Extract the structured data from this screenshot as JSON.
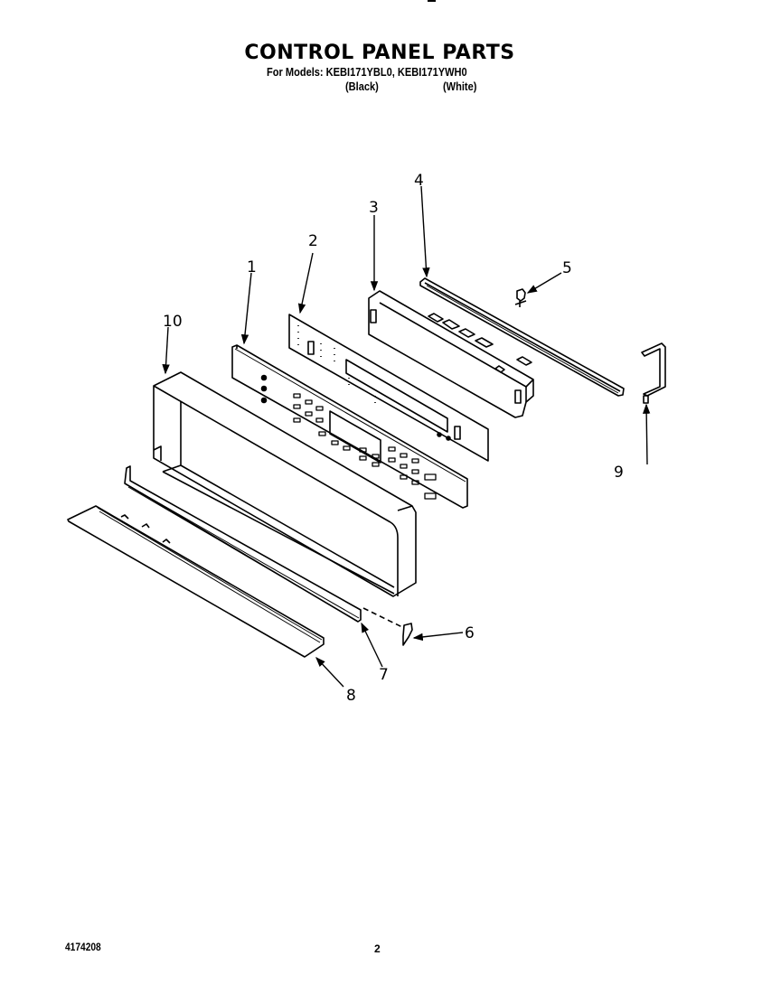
{
  "header": {
    "title": "CONTROL PANEL PARTS",
    "models_line": "For Models: KEBI171YBL0, KEBI171YWH0",
    "model_colors": [
      "(Black)",
      "(White)"
    ]
  },
  "diagram": {
    "callouts": [
      {
        "number": "1",
        "part": "control-panel-overlay"
      },
      {
        "number": "2",
        "part": "control-panel-backing"
      },
      {
        "number": "3",
        "part": "electronic-control-board"
      },
      {
        "number": "4",
        "part": "top-trim-channel"
      },
      {
        "number": "5",
        "part": "clip"
      },
      {
        "number": "6",
        "part": "clip"
      },
      {
        "number": "7",
        "part": "bottom-trim"
      },
      {
        "number": "8",
        "part": "lower-trim"
      },
      {
        "number": "9",
        "part": "bracket"
      },
      {
        "number": "10",
        "part": "control-panel-frame"
      }
    ]
  },
  "footer": {
    "document_number": "4174208",
    "page_number": "2"
  }
}
